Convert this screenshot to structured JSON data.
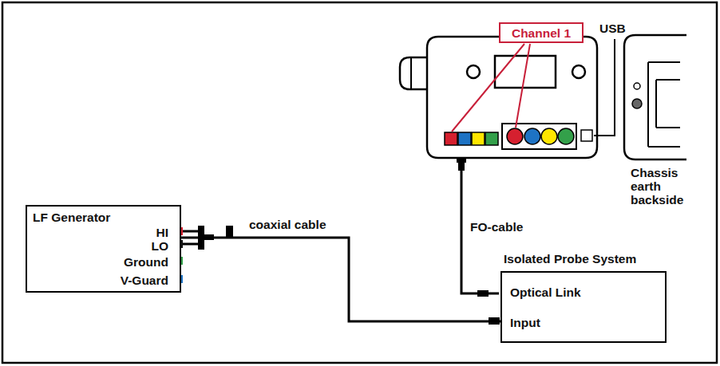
{
  "diagram": {
    "nodes": [
      {
        "text": [
          "LF Generator",
          "HI",
          "LO",
          "Ground",
          "V-Guard"
        ]
      },
      {
        "text": [
          "Isolated Probe System",
          "Optical Link",
          "Input"
        ]
      },
      {
        "text": [
          "Channel 1"
        ]
      }
    ],
    "edges": [
      {
        "from": 0,
        "to": 1,
        "arrow": "none",
        "label": "coaxial cable"
      }
    ],
    "labels": [
      "FO-cable",
      "USB",
      "Chassis earth backside"
    ]
  }
}
